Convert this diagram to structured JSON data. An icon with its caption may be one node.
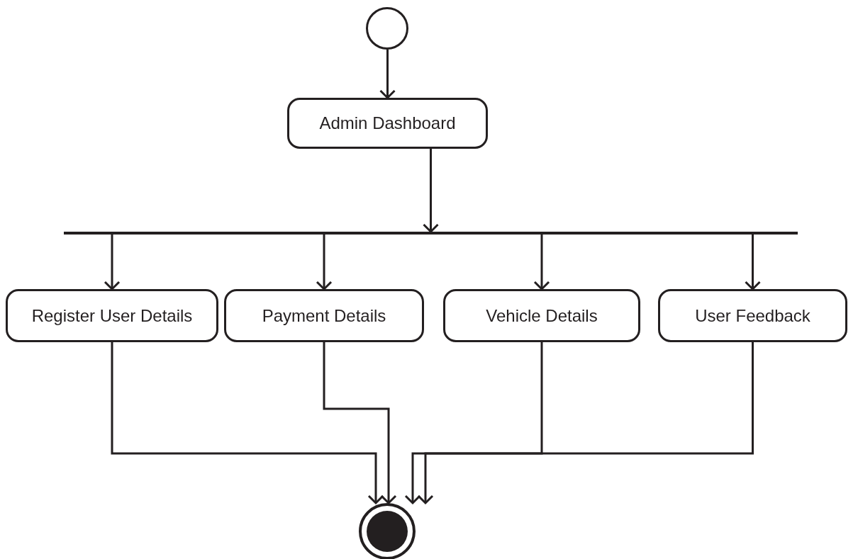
{
  "diagram": {
    "nodes": [
      {
        "text": [],
        "shape": "circle"
      },
      {
        "text": [
          "Admin Dashboard"
        ]
      },
      {
        "text": [],
        "shape": "bar"
      },
      {
        "text": [
          "Register User Details"
        ]
      },
      {
        "text": [
          "Payment Details"
        ]
      },
      {
        "text": [
          "Vehicle Details"
        ]
      },
      {
        "text": [
          "User Feedback"
        ]
      },
      {
        "text": [],
        "shape": "circle"
      }
    ],
    "edges": [
      {
        "from": 0,
        "to": 1,
        "arrow": "to"
      },
      {
        "from": 1,
        "to": 2,
        "arrow": "to"
      },
      {
        "from": 2,
        "to": 3,
        "arrow": "to"
      },
      {
        "from": 2,
        "to": 4,
        "arrow": "to"
      },
      {
        "from": 2,
        "to": 5,
        "arrow": "to"
      },
      {
        "from": 2,
        "to": 6,
        "arrow": "to"
      },
      {
        "from": 3,
        "to": 7,
        "arrow": "to"
      },
      {
        "from": 4,
        "to": 7,
        "arrow": "to"
      },
      {
        "from": 5,
        "to": 7,
        "arrow": "to"
      },
      {
        "from": 6,
        "to": 7,
        "arrow": "to"
      }
    ]
  }
}
